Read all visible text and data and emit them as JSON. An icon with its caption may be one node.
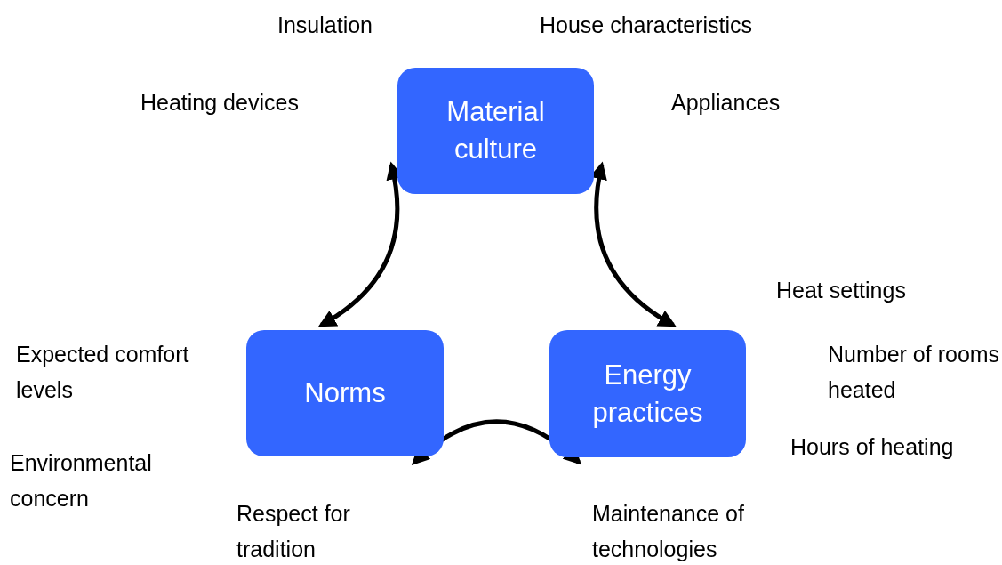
{
  "diagram": {
    "nodes": [
      {
        "text": [
          "Material culture"
        ]
      },
      {
        "text": [
          "Norms"
        ]
      },
      {
        "text": [
          "Energy practices"
        ]
      }
    ],
    "edges": [
      {
        "from": 0,
        "to": 1,
        "arrow": "both"
      },
      {
        "from": 0,
        "to": 2,
        "arrow": "both"
      },
      {
        "from": 1,
        "to": 2,
        "arrow": "both"
      }
    ],
    "labels": [
      "Insulation",
      "House characteristics",
      "Heating devices",
      "Appliances",
      "Heat settings",
      "Expected comfort levels",
      "Number of rooms heated",
      "Hours of heating",
      "Environmental concern",
      "Respect for tradition",
      "Maintenance of technologies"
    ]
  }
}
